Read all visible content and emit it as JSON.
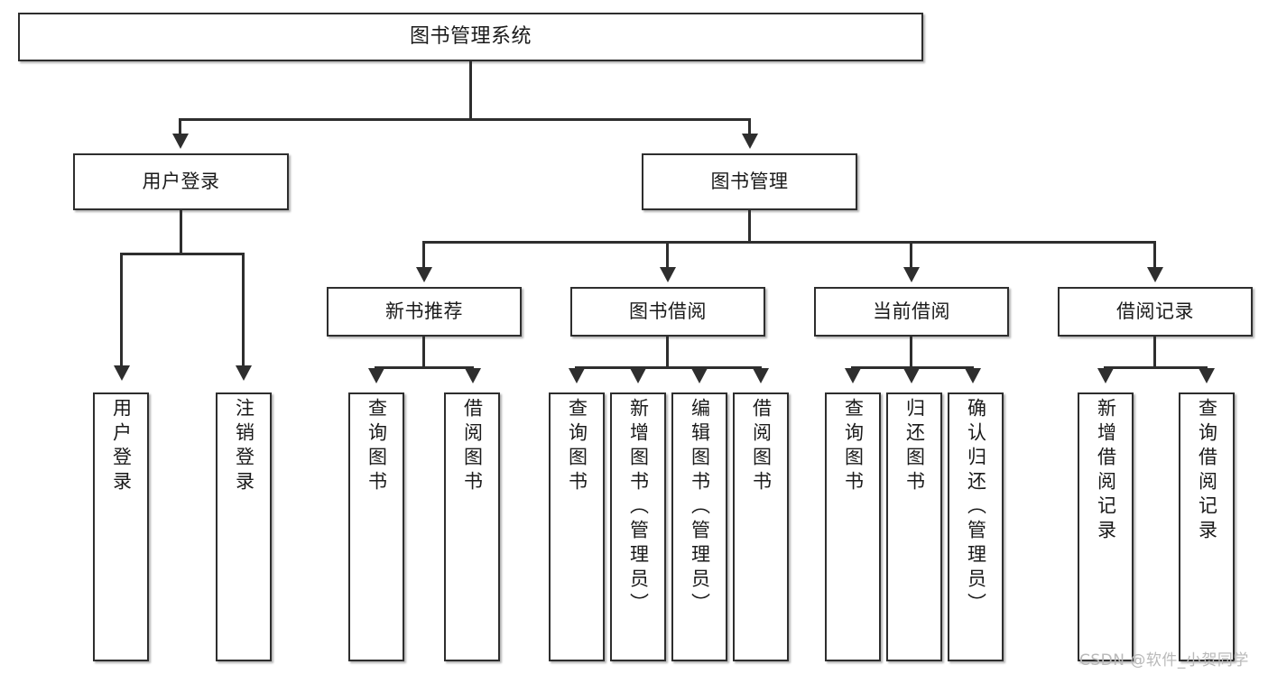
{
  "diagram": {
    "title": "图书管理系统",
    "type": "hierarchy-tree",
    "levels": 4,
    "colors": {
      "box_border": "#2e2e2e",
      "box_fill": "#ffffff",
      "connector": "#2e2e2e",
      "text": "#1a1a1a",
      "watermark": "#b9b9b9",
      "background": "#ffffff"
    }
  },
  "root": {
    "label": "图书管理系统"
  },
  "level2": [
    {
      "label": "用户登录"
    },
    {
      "label": "图书管理"
    }
  ],
  "level3": [
    {
      "label": "新书推荐"
    },
    {
      "label": "图书借阅"
    },
    {
      "label": "当前借阅"
    },
    {
      "label": "借阅记录"
    }
  ],
  "leaves": {
    "user_login": [
      {
        "label": "用户登录"
      },
      {
        "label": "注销登录"
      }
    ],
    "new_book": [
      {
        "label": "查询图书"
      },
      {
        "label": "借阅图书"
      }
    ],
    "book_borrow": [
      {
        "label": "查询图书"
      },
      {
        "label": "新增图书（管理员）"
      },
      {
        "label": "编辑图书（管理员）"
      },
      {
        "label": "借阅图书"
      }
    ],
    "current_borrow": [
      {
        "label": "查询图书"
      },
      {
        "label": "归还图书"
      },
      {
        "label": "确认归还（管理员）"
      }
    ],
    "borrow_record": [
      {
        "label": "新增借阅记录"
      },
      {
        "label": "查询借阅记录"
      }
    ]
  },
  "watermark": {
    "text": "CSDN @软件_小贺同学"
  }
}
